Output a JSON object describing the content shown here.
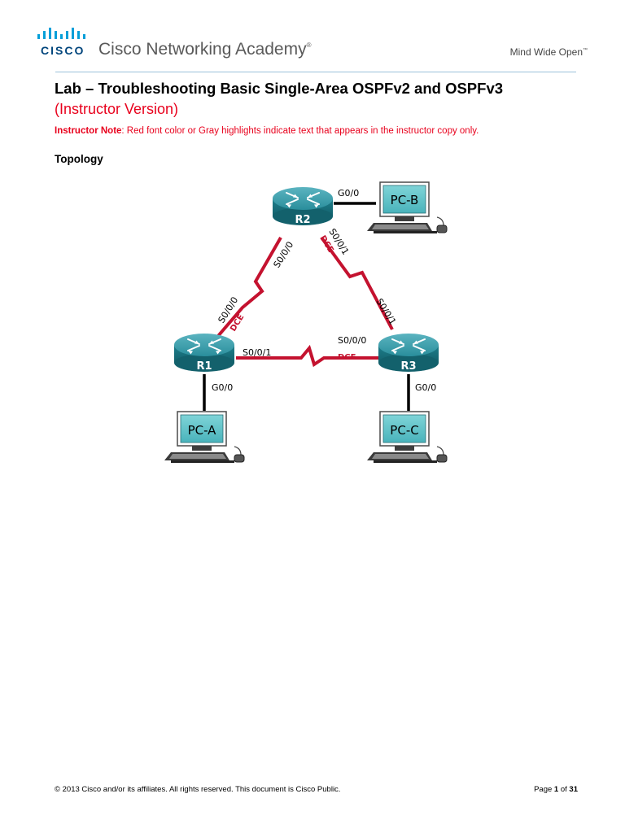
{
  "header": {
    "logo_text": "CISCO",
    "academy_name": "Cisco Networking Academy",
    "academy_mark": "®",
    "tagline": "Mind Wide Open",
    "tagline_mark": "™"
  },
  "document": {
    "title": "Lab – Troubleshooting Basic Single-Area OSPFv2 and OSPFv3",
    "subtitle": "(Instructor Version)",
    "note_label": "Instructor Note",
    "note_text": ": Red font color or Gray highlights indicate text that appears in the instructor copy only.",
    "section_heading": "Topology"
  },
  "topology": {
    "routers": {
      "r1": "R1",
      "r2": "R2",
      "r3": "R3"
    },
    "pcs": {
      "pca": "PC-A",
      "pcb": "PC-B",
      "pcc": "PC-C"
    },
    "interfaces": {
      "r2_g0": "G0/0",
      "r2_s000": "S0/0/0",
      "r2_s001": "S0/0/1",
      "r2_dce": "DCE",
      "r1_s000": "S0/0/0",
      "r1_dce": "DCE",
      "r1_s001": "S0/0/1",
      "r1_g0": "G0/0",
      "r3_s000": "S0/0/0",
      "r3_dce": "DCE",
      "r3_s001": "S0/0/1",
      "r3_g0": "G0/0"
    },
    "colors": {
      "serial_link": "#c4122f",
      "ethernet_link": "#000000",
      "router_body": "#1e7f8c",
      "pc_screen": "#5fc3c9"
    }
  },
  "footer": {
    "copyright": "© 2013 Cisco and/or its affiliates. All rights reserved. This document is Cisco Public.",
    "page_word": "Page",
    "page_current": "1",
    "page_of": "of",
    "page_total": "31"
  }
}
